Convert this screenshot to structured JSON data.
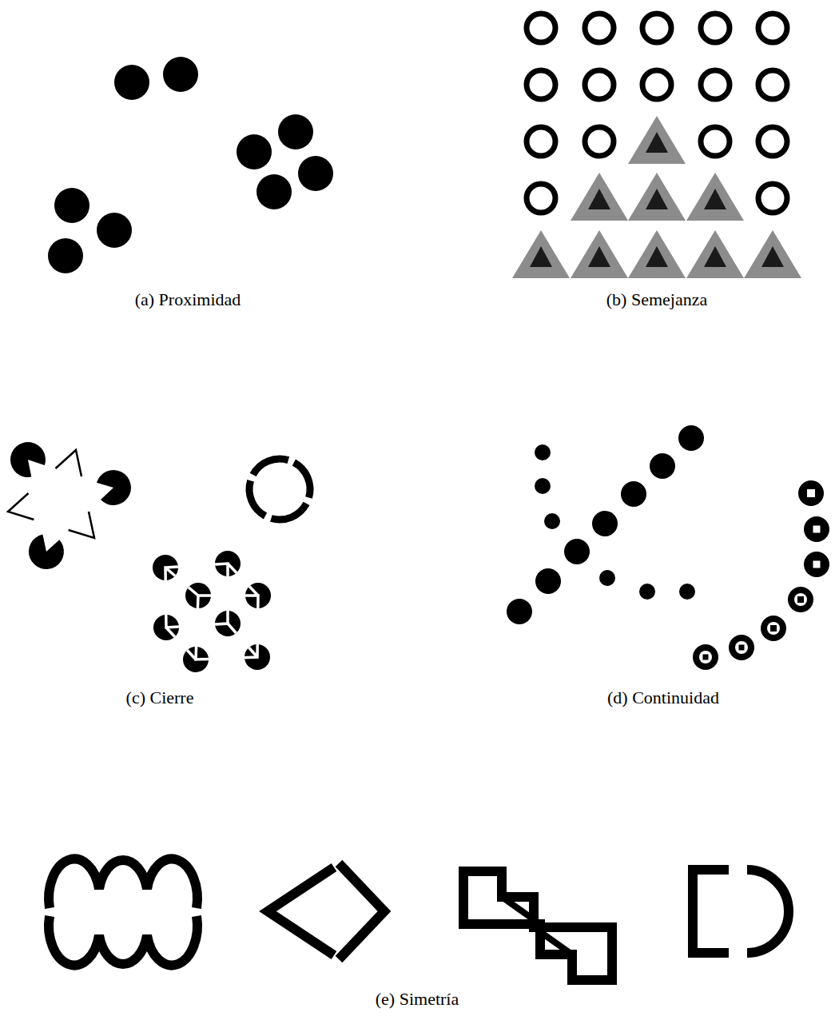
{
  "diagram": {
    "labels": [
      "(a) Proximidad",
      "(b) Semejanza",
      "(c) Cierre",
      "(d) Continuidad",
      "(e) Simetría"
    ]
  }
}
